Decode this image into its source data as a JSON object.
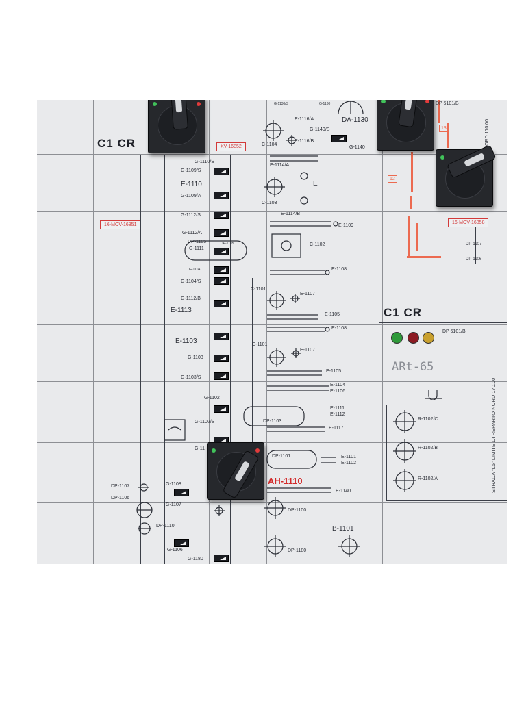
{
  "board": {
    "headers": {
      "left": "C1 CR",
      "right": "C1 CR"
    },
    "tags": {
      "xv_16852": "XV-16852",
      "mov_16851": "16-MOV-16851",
      "mov_16858": "16-MOV-16858",
      "ah_1110": "AH-1110",
      "art_65": "ARt-65"
    },
    "left_column": {
      "g1110s": "G-1110/S",
      "g1109s": "G-1109/S",
      "e1110": "E-1110",
      "g1109a": "G-1109/A",
      "g1112s": "G-1112/S",
      "g1112a": "G-1112/A",
      "dp1105": "DP-1105",
      "g1111": "G-1111",
      "dp1105b": "DP-1105",
      "g1104": "G-1104",
      "g1104s": "G-1104/S",
      "g1112b": "G-1112/B",
      "e1113": "E-1113",
      "e1103": "E-1103",
      "g1103": "G-1103",
      "g1103s": "G-1103/S",
      "g1102": "G-1102",
      "g1102s": "G-1102/S",
      "g11": "G-11",
      "dp1107": "DP-1107",
      "dp1106": "DP-1106",
      "g1108": "G-1108",
      "g1107": "G-1107",
      "dp1110": "DP-1110",
      "g1106": "G-1106",
      "g1180": "G-1180"
    },
    "mid_column": {
      "g1130s": "G-1130/S",
      "g1130": "G-1130",
      "e1116a": "E-1116/A",
      "g1140s": "G-1140/S",
      "e1116b": "E-1116/B",
      "c1104": "C-1104",
      "da1130": "DA-1130",
      "g1140": "G-1140",
      "e1114a": "E-1114/A",
      "e_frag": "E",
      "c1103": "C-1103",
      "e1114b": "E-1114/B",
      "e1109": "E-1109",
      "c1102": "C-1102",
      "e1108a": "E-1108",
      "c1101a": "C-1101",
      "e1107a": "E-1107",
      "e1105a": "E-1105",
      "e1108b": "E-1108",
      "c1101b": "C-1101",
      "e1107b": "E-1107",
      "e1105b": "E-1105",
      "e1104": "E-1104",
      "e1106": "E-1106",
      "e1111": "E-1111",
      "e1112": "E-1112",
      "dp1103": "DP-1103",
      "e1117": "E-1117",
      "dp1101": "DP-1101",
      "e1101": "E-1101",
      "e1102": "E-1102",
      "e1140": "E-1140",
      "dp1100": "DP-1100",
      "b1101": "B-1101",
      "dp1180": "DP-1180"
    },
    "right_column": {
      "dp6101b_top": "DP 6101/B",
      "nord_top": "NORD 170.00",
      "box12": "12",
      "box13": "13",
      "dp1107": "DP-1107",
      "dp1106": "DP-1106",
      "dp6101b": "DP 6101/B",
      "strada": "STRADA \"L5\" LIMITE DI REPARTO NORD 170.00",
      "r1102c": "R-1102/C",
      "r1102b": "R-1102/B",
      "r1102a": "R-1102/A"
    },
    "lamps": {
      "green": "#2f9a3a",
      "red": "#8c1a22",
      "yellow": "#c9a02e"
    },
    "accent_red": "#d22a2a"
  }
}
